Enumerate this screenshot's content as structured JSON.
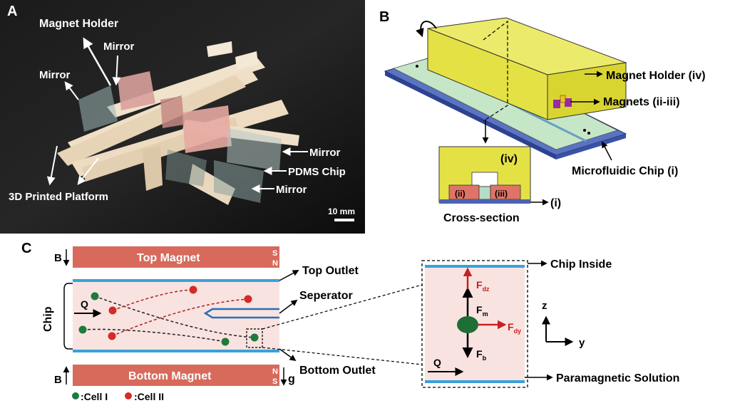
{
  "panel_labels": {
    "a": "A",
    "b": "B",
    "c": "C"
  },
  "panel_a": {
    "labels": {
      "magnet_holder": "Magnet Holder",
      "mirror_top": "Mirror",
      "mirror_left": "Mirror",
      "mirror_right_top": "Mirror",
      "pdms_chip": "PDMS Chip",
      "mirror_right_bottom": "Mirror",
      "platform": "3D Printed Platform"
    },
    "scale_bar": "10 mm"
  },
  "panel_b": {
    "labels": {
      "magnet_holder": "Magnet Holder (iv)",
      "magnets": "Magnets (ii-iii)",
      "chip": "Microfluidic Chip (i)",
      "cross_section": "Cross-section"
    },
    "inset": {
      "iv": "(iv)",
      "ii": "(ii)",
      "iii": "(iii)",
      "i": "(i)"
    },
    "colors": {
      "holder": "#e6e34a",
      "chip_blue": "#4a63b2",
      "chip_green": "#c4e3c6",
      "magnet_red": "#e07368",
      "magnet_purple": "#9a2aa4"
    }
  },
  "panel_c": {
    "top_magnet": "Top Magnet",
    "bottom_magnet": "Bottom Magnet",
    "pole_s_top": "S",
    "pole_n_top": "N",
    "pole_n_bottom": "N",
    "pole_s_bottom": "S",
    "b_top": "B",
    "b_bottom": "B",
    "g": "g",
    "chip": "Chip",
    "q": "Q",
    "top_outlet": "Top Outlet",
    "separator": "Seperator",
    "bottom_outlet": "Bottom Outlet",
    "legend": {
      "cell1": ":Cell I",
      "cell2": ":Cell II"
    },
    "colors": {
      "magnet": "#d76a5b",
      "channel": "#f8e3e0",
      "wall": "#3aa0dc",
      "cell1": "#1e7a3d",
      "cell2": "#d42a2a"
    }
  },
  "zoom": {
    "chip_inside": "Chip Inside",
    "paramagnetic": "Paramagnetic Solution",
    "fdz_main": "F",
    "fdz_sub": "dz",
    "fm_main": "F",
    "fm_sub": "m",
    "fdy_main": "F",
    "fdy_sub": "dy",
    "fb_main": "F",
    "fb_sub": "b",
    "q": "Q",
    "axis_z": "z",
    "axis_y": "y"
  }
}
